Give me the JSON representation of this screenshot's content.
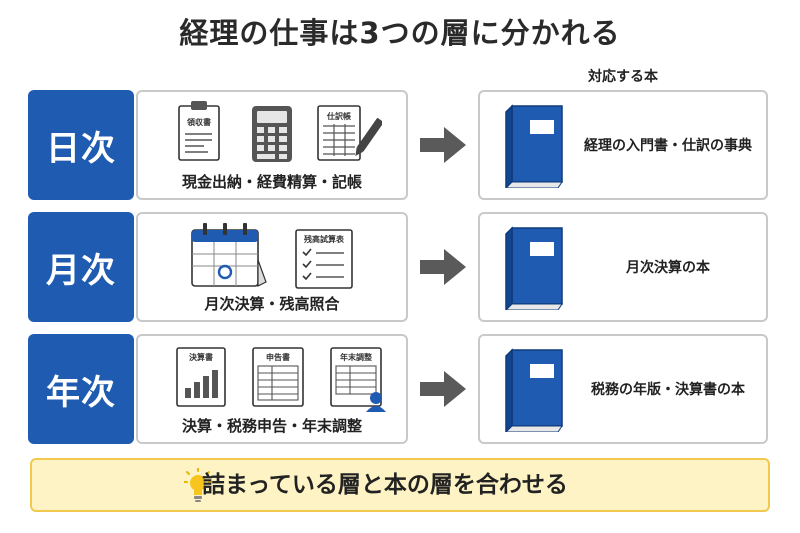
{
  "title": "経理の仕事は3つの層に分かれる",
  "books_header": "対応する本",
  "rows": [
    {
      "label": "日次",
      "tasks": "現金出納・経費精算・記帳",
      "icon_labels": [
        "領収書",
        "仕訳帳"
      ],
      "book": "経理の入門書・仕訳の事典"
    },
    {
      "label": "月次",
      "tasks": "月次決算・残高照合",
      "icon_labels": [
        "残高試算表"
      ],
      "book": "月次決算の本"
    },
    {
      "label": "年次",
      "tasks": "決算・税務申告・年末調整",
      "icon_labels": [
        "決算書",
        "申告書",
        "年末調整"
      ],
      "book": "税務の年版・決算書の本"
    }
  ],
  "footer": "詰まっている層と本の層を合わせる",
  "colors": {
    "label_bg": "#1f5bb0",
    "book_blue": "#1f5bb0",
    "footer_bg": "#fdf3c4",
    "footer_border": "#f0c94e",
    "arrow": "#5a5a5a"
  }
}
